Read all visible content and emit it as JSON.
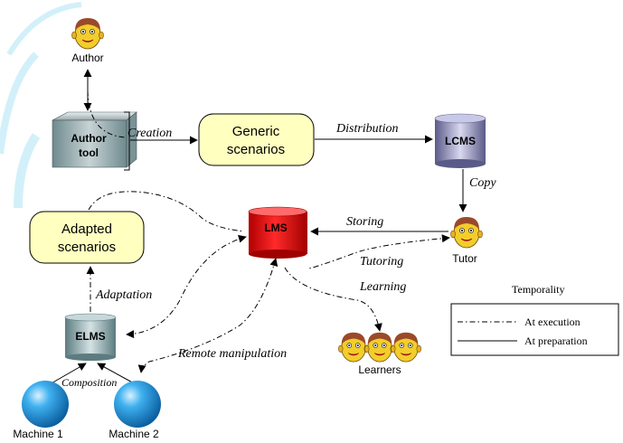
{
  "actors": {
    "author": "Author",
    "tutor": "Tutor",
    "learners": "Learners"
  },
  "tools": {
    "author_tool_line1": "Author",
    "author_tool_line2": "tool",
    "lcms": "LCMS",
    "lms": "LMS",
    "elms": "ELMS"
  },
  "scenarios": {
    "generic_line1": "Generic",
    "generic_line2": "scenarios",
    "adapted_line1": "Adapted",
    "adapted_line2": "scenarios"
  },
  "machines": {
    "m1": "Machine 1",
    "m2": "Machine 2"
  },
  "edges": {
    "creation": "Creation",
    "distribution": "Distribution",
    "copy": "Copy",
    "storing": "Storing",
    "tutoring": "Tutoring",
    "learning": "Learning",
    "adaptation": "Adaptation",
    "remote": "Remote manipulation",
    "composition": "Composition"
  },
  "legend": {
    "title": "Temporality",
    "execution": "At execution",
    "preparation": "At preparation"
  },
  "colors": {
    "scenario_fill": "#ffffc0",
    "lms_red": "#e01010",
    "machine_blue": "#1a8fd6",
    "face_brown": "#a0522d",
    "face_yellow": "#f4d22a"
  }
}
